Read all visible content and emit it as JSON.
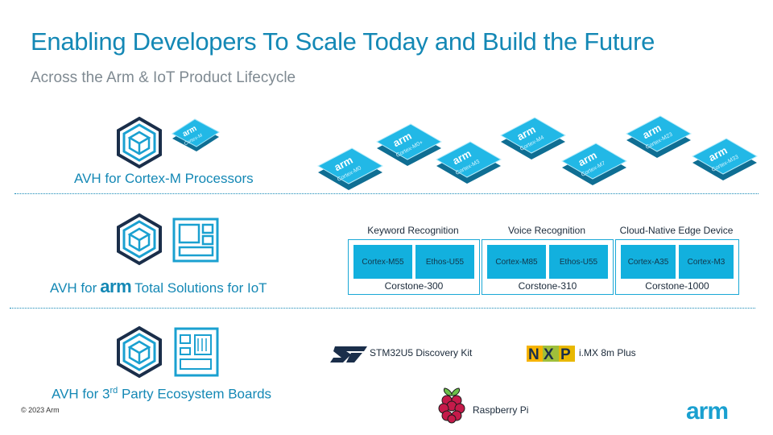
{
  "title": "Enabling Developers To Scale Today and Build the Future",
  "subtitle": "Across the Arm & IoT Product Lifecycle",
  "colors": {
    "accent": "#1488b5",
    "chip": "#12b0de",
    "core_box": "#12b0de"
  },
  "row1": {
    "label": "AVH for Cortex-M Processors",
    "icon_chip": {
      "brand": "arm",
      "model": "Cortex-M"
    },
    "chips": [
      {
        "brand": "arm",
        "model": "Cortex-M0"
      },
      {
        "brand": "arm",
        "model": "Cortex-M0+"
      },
      {
        "brand": "arm",
        "model": "Cortex-M3"
      },
      {
        "brand": "arm",
        "model": "Cortex-M4"
      },
      {
        "brand": "arm",
        "model": "Cortex-M7"
      },
      {
        "brand": "arm",
        "model": "Cortex-M23"
      },
      {
        "brand": "arm",
        "model": "Cortex-M33"
      }
    ]
  },
  "row2": {
    "label_prefix": "AVH for",
    "label_brand": "arm",
    "label_suffix": "Total Solutions for IoT",
    "solutions": [
      {
        "title": "Keyword Recognition",
        "cores": [
          "Cortex-M55",
          "Ethos-U55"
        ],
        "name": "Corstone-300"
      },
      {
        "title": "Voice Recognition",
        "cores": [
          "Cortex-M85",
          "Ethos-U55"
        ],
        "name": "Corstone-310"
      },
      {
        "title": "Cloud-Native Edge Device",
        "cores": [
          "Cortex-A35",
          "Cortex-M3"
        ],
        "name": "Corstone-1000"
      }
    ]
  },
  "row3": {
    "label_prefix": "AVH for 3",
    "label_sup": "rd",
    "label_suffix": " Party Ecosystem Boards",
    "boards": [
      {
        "label": "STM32U5 Discovery Kit",
        "icon": "st-logo-icon"
      },
      {
        "label": "i.MX 8m Plus",
        "icon": "nxp-logo-icon"
      },
      {
        "label": "Raspberry Pi",
        "icon": "raspberry-pi-logo-icon"
      }
    ]
  },
  "footer": {
    "copyright": "© 2023 Arm",
    "logo": "arm"
  }
}
